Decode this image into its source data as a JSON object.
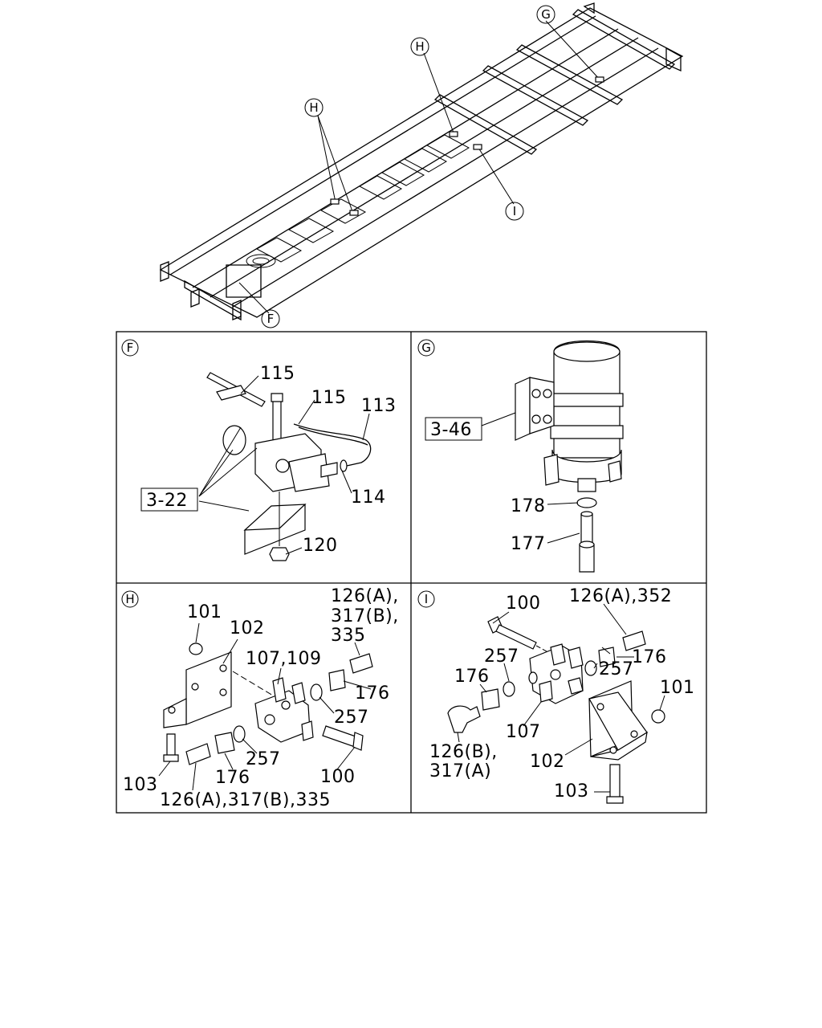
{
  "overview": {
    "callouts": [
      "G",
      "H",
      "H",
      "I",
      "F"
    ]
  },
  "panels": {
    "F": {
      "letter": "F",
      "ref_box": "3-22",
      "parts": [
        "115",
        "115",
        "113",
        "114",
        "120"
      ]
    },
    "G": {
      "letter": "G",
      "ref_box": "3-46",
      "parts": [
        "178",
        "177"
      ]
    },
    "H": {
      "letter": "H",
      "parts": [
        "101",
        "102",
        "126(A),",
        "317(B),",
        "335",
        "107,109",
        "176",
        "257",
        "257",
        "100",
        "103",
        "176",
        "126(A),317(B),335"
      ]
    },
    "I": {
      "letter": "I",
      "parts": [
        "100",
        "126(A),352",
        "257",
        "176",
        "257",
        "176",
        "101",
        "107",
        "126(B),",
        "317(A)",
        "102",
        "103"
      ]
    }
  }
}
